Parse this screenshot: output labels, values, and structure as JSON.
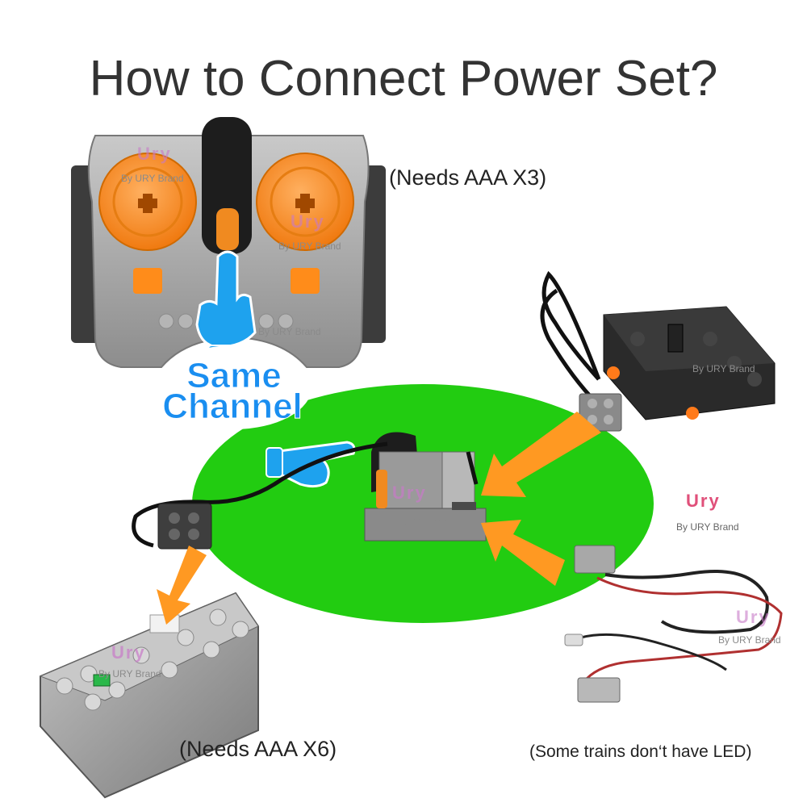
{
  "title": "How to Connect Power Set?",
  "remote_note": "(Needs AAA X3)",
  "same_channel": [
    "Same",
    "Channel"
  ],
  "battery_note": "(Needs AAA X6)",
  "led_note": "(Some trains don‘t have LED)",
  "watermark": {
    "brand": "By URY Brand",
    "logo": "Ury"
  },
  "colors": {
    "green_disc": "#22cc11",
    "arrow": "#ff9922",
    "channel_text": "#1a8ef0",
    "hand": "#1ea2ee",
    "brick_gray": "#9a9a9a",
    "dark_gray": "#4a4a4a",
    "orange_dial": "#ff8c1a"
  },
  "icons": [
    "remote-control",
    "pointing-hand-icon",
    "ir-receiver",
    "train-motor",
    "battery-box",
    "led-light-cable"
  ]
}
